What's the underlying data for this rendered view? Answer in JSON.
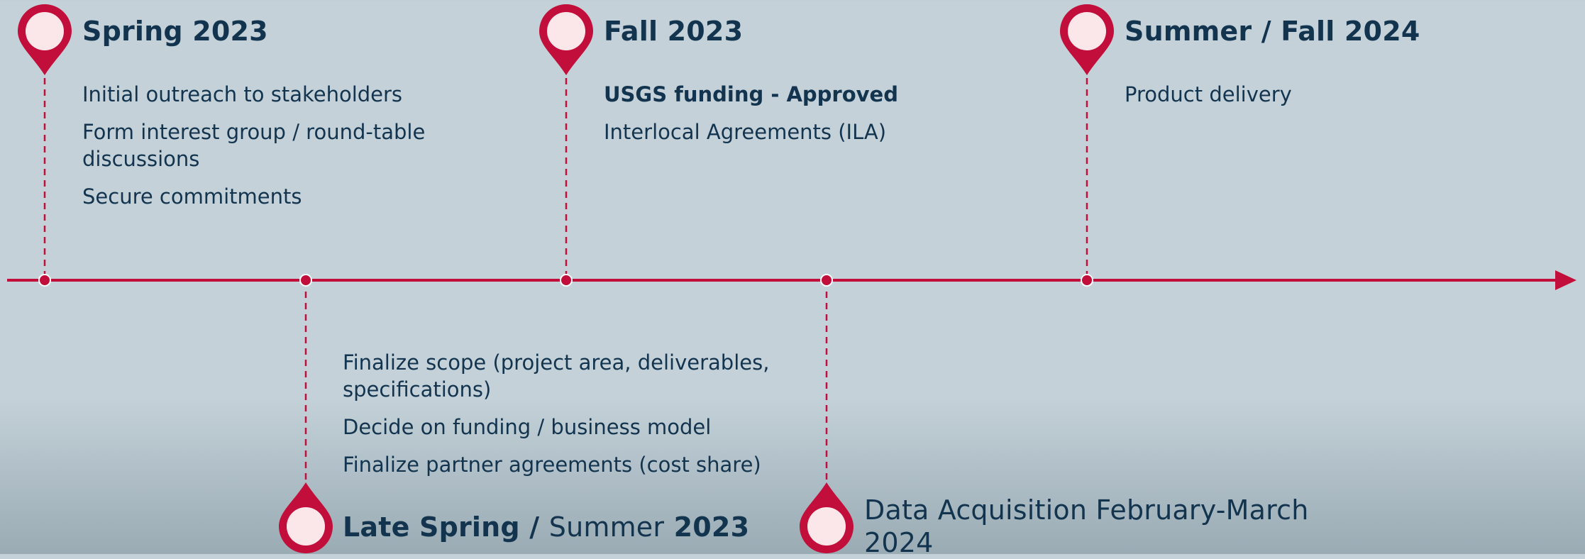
{
  "colors": {
    "accent": "#c20e3a",
    "text": "#13344f",
    "pin_fill": "#fbe6ea",
    "background": "#c4d1d8"
  },
  "icons": {
    "pin": "map-pin-icon",
    "arrow": "arrow-right-icon",
    "node": "timeline-node-icon"
  },
  "milestones": [
    {
      "title": "Spring 2023",
      "items": [
        "Initial outreach to stakeholders",
        "Form interest group / round-table discussions",
        "Secure commitments"
      ]
    },
    {
      "title_bold_1": "Late Spring /",
      "title_light": "Summer",
      "title_bold_2": "2023",
      "items": [
        "Finalize scope (project area, deliverables, specifications)",
        "Decide on funding / business model",
        "Finalize partner agreements (cost share)"
      ]
    },
    {
      "title": "Fall 2023",
      "items": [
        "USGS funding - Approved",
        "Interlocal Agreements (ILA)"
      ]
    },
    {
      "title": "Data Acquisition February-March 2024",
      "items": []
    },
    {
      "title": "Summer / Fall 2024",
      "items": [
        "Product delivery"
      ]
    }
  ]
}
